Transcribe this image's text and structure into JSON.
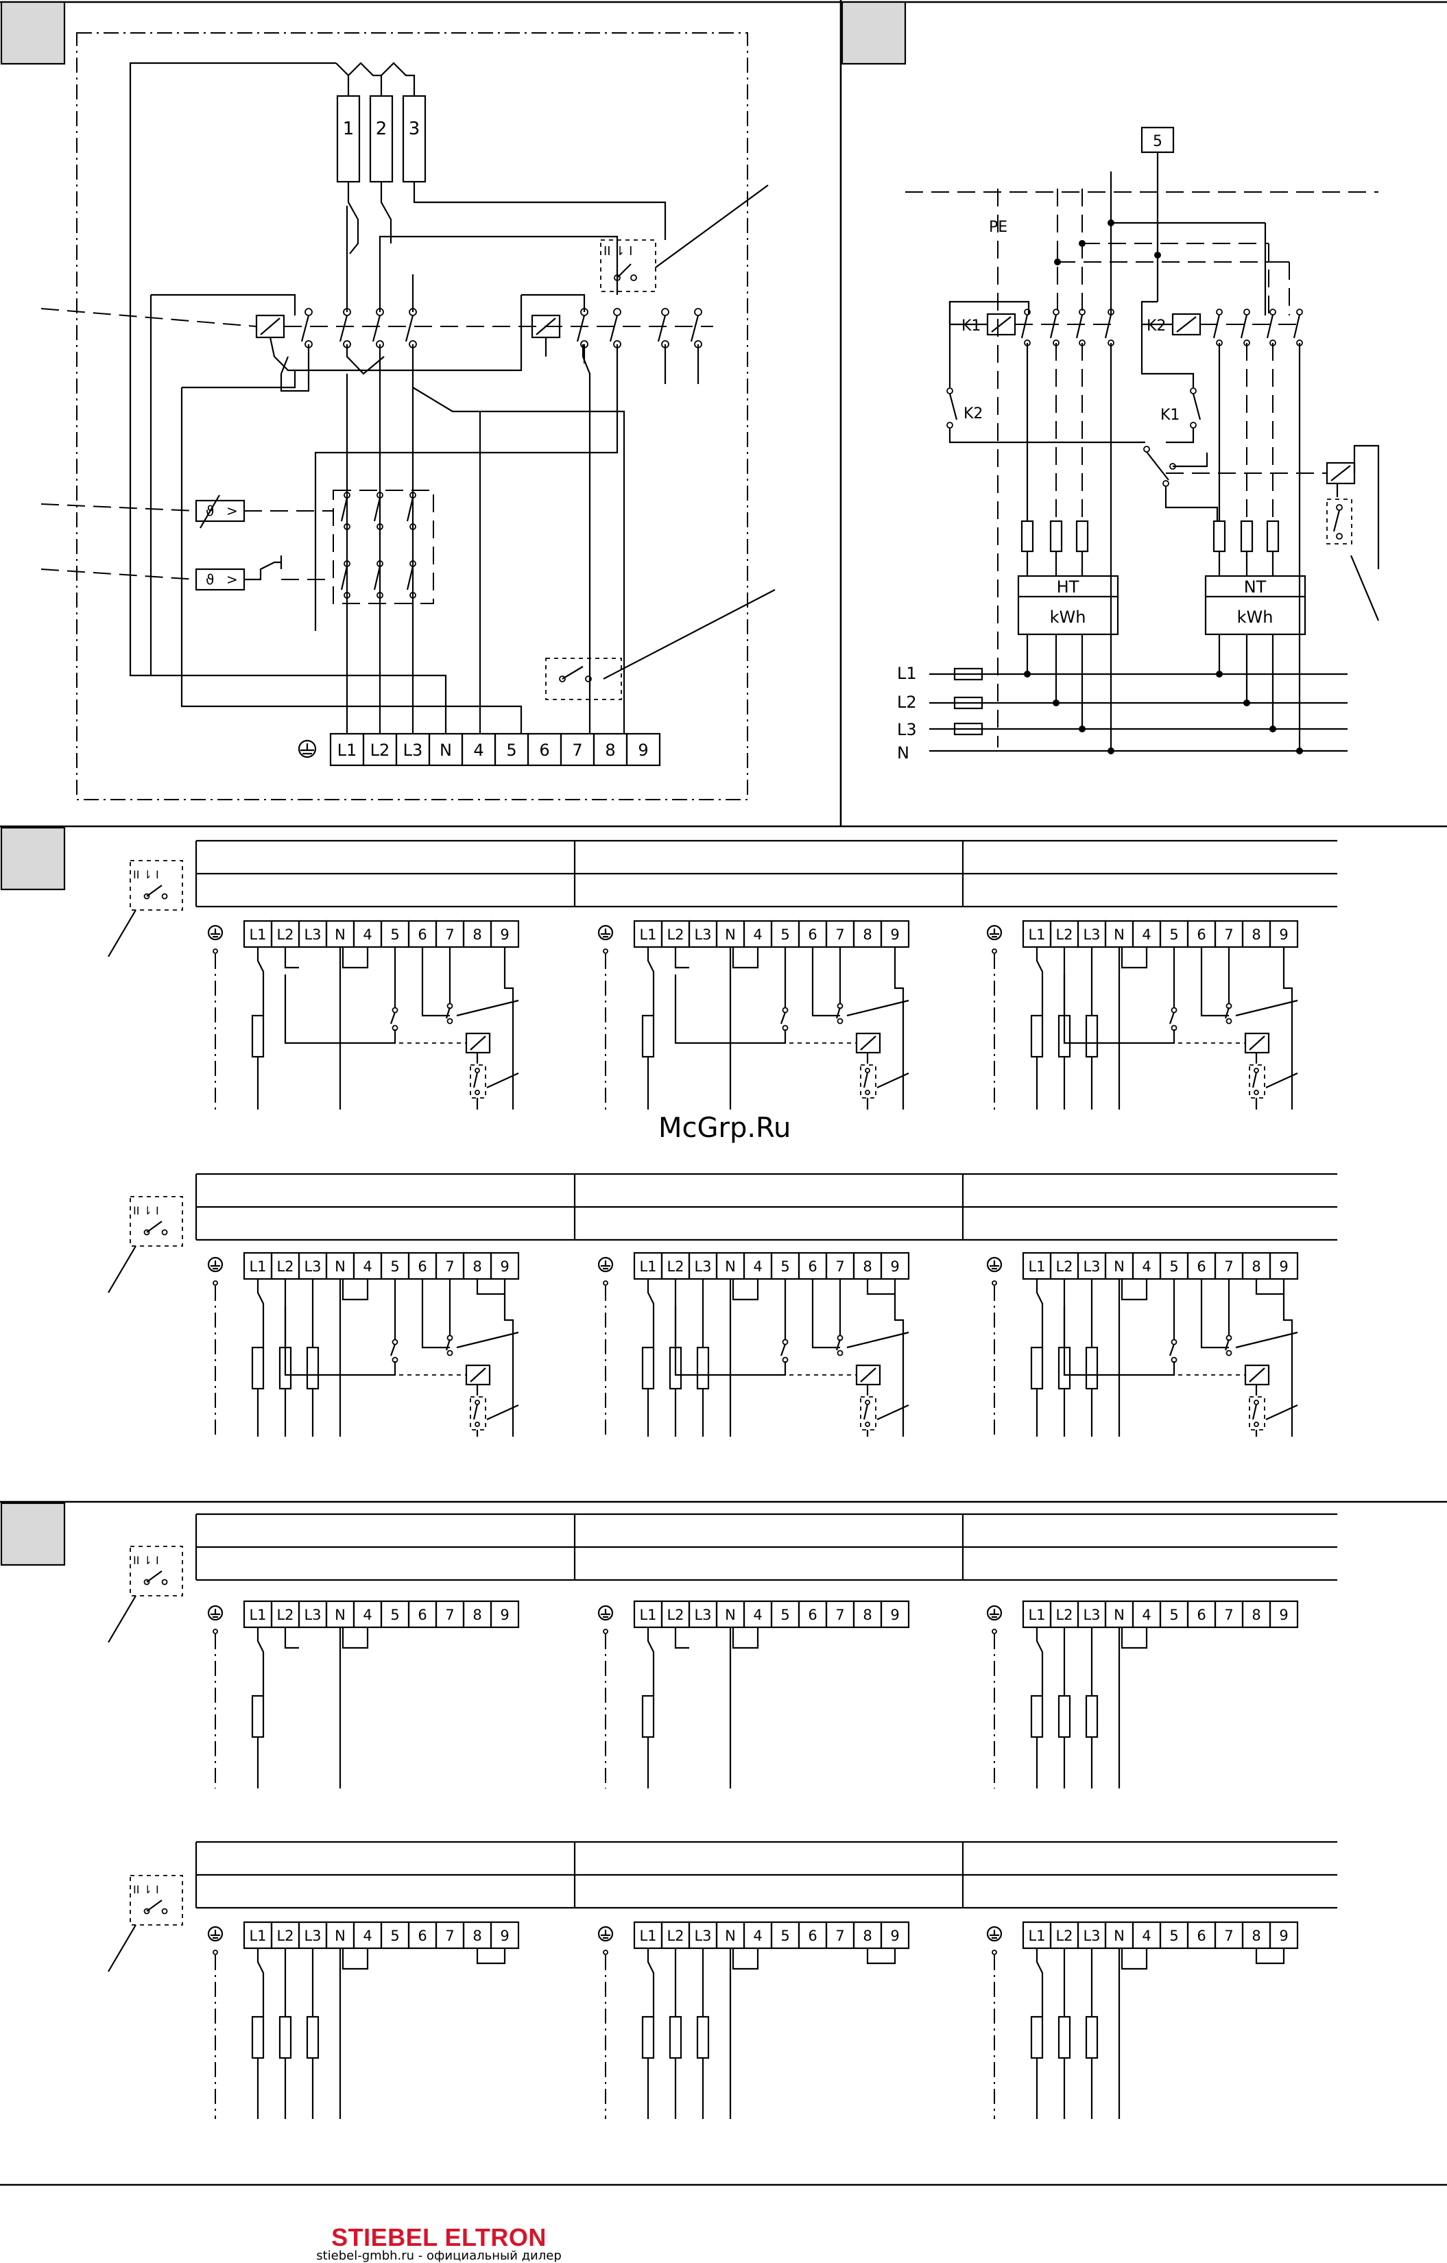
{
  "diagram_a": {
    "fuse_labels": [
      "1",
      "2",
      "3"
    ],
    "terminals": [
      "L1",
      "L2",
      "L3",
      "N",
      "4",
      "5",
      "6",
      "7",
      "8",
      "9"
    ],
    "selector_label": "II ⇂ I"
  },
  "diagram_b": {
    "pe_label": "PE",
    "box5_label": "5",
    "k1_label": "K1",
    "k2_label": "K2",
    "k2_contact_label": "K2",
    "k1_contact_label": "K1",
    "meter_ht": "HT",
    "meter_nt": "NT",
    "meter_unit": "kWh",
    "lines": [
      "L1",
      "L2",
      "L3",
      "N"
    ]
  },
  "section_c_terminals": [
    "L1",
    "L2",
    "L3",
    "N",
    "4",
    "5",
    "6",
    "7",
    "8",
    "9"
  ],
  "selector_label": "II ⇂ I",
  "watermark": "McGrp.Ru",
  "brand": {
    "name": "STIEBEL ELTRON",
    "url": "stiebel-gmbh.ru",
    "dealer_text": " - официальный дилер"
  },
  "colors": {
    "brand_red": "#d7152a",
    "line": "#000000",
    "corner_gray": "#d9d9d9"
  }
}
